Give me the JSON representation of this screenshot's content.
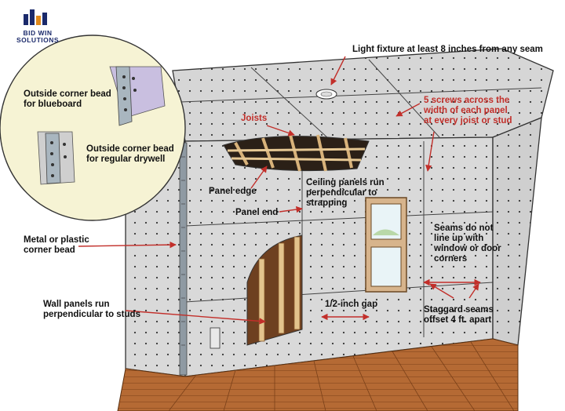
{
  "logo": {
    "line1": "BID WIN",
    "line2": "SOLUTIONS"
  },
  "labels": {
    "light_fixture": "Light fixture at least 8 inches from any seam",
    "screws": "5 screws across the width of each panel at every joist or stud",
    "joists": "Joists",
    "outside_blueboard": "Outside corner bead for blueboard",
    "outside_regular": "Outside corner bead for regular drywell",
    "panel_edge": "Panel edge",
    "ceiling_panels": "Ceiling panels run perpendicular to strapping",
    "panel_end": "Panel end",
    "metal_bead": "Metal or plastic corner bead",
    "seams_not_line": "Seams do not line up with window or door corners",
    "gap": "1/2-inch gap",
    "wall_panels": "Wall panels run perpendicular to studs",
    "staggard": "Staggard seams offset 4 ft. apart"
  },
  "colors": {
    "arrow": "#c22f2a",
    "inset_fill": "#f6f3d4",
    "floor": "#b56a34",
    "wall": "#d9d9d9",
    "logo_blue": "#1b2a6b"
  }
}
